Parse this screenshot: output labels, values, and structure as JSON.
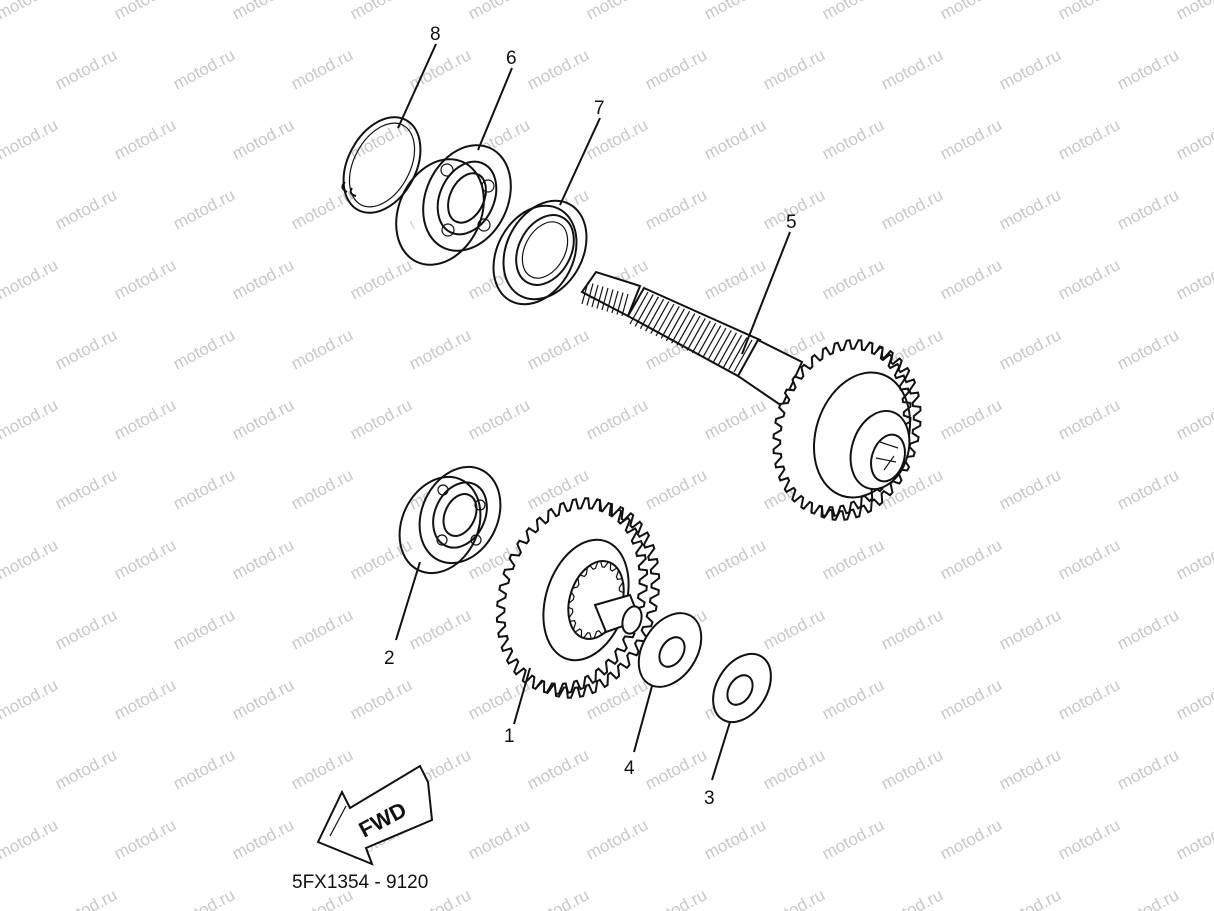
{
  "watermark": {
    "text": "motod.ru",
    "color": "#c8c8c8"
  },
  "parts": [
    {
      "number": "1",
      "name": "gear"
    },
    {
      "number": "2",
      "name": "bearing"
    },
    {
      "number": "3",
      "name": "washer"
    },
    {
      "number": "4",
      "name": "washer"
    },
    {
      "number": "5",
      "name": "shaft-gear"
    },
    {
      "number": "6",
      "name": "bearing"
    },
    {
      "number": "7",
      "name": "oil-seal"
    },
    {
      "number": "8",
      "name": "circlip"
    }
  ],
  "direction_label": "FWD",
  "diagram_code": "5FX1354 - 9120"
}
